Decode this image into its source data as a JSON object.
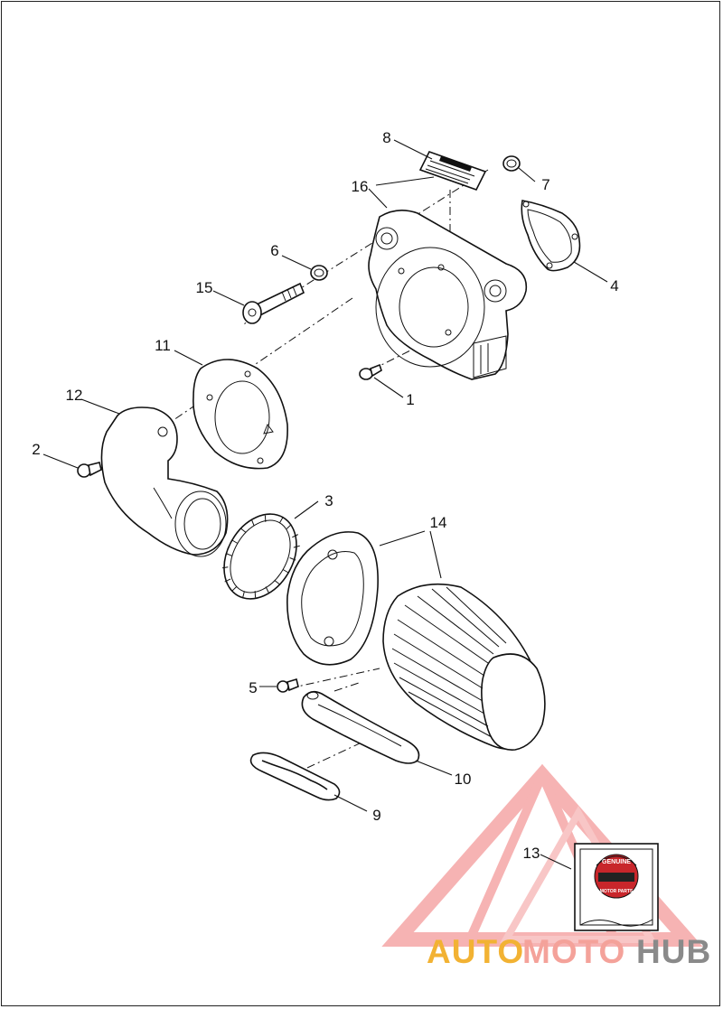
{
  "callouts": {
    "c1": "1",
    "c2": "2",
    "c3": "3",
    "c4": "4",
    "c5": "5",
    "c6": "6",
    "c7": "7",
    "c8": "8",
    "c9": "9",
    "c10": "10",
    "c11": "11",
    "c12": "12",
    "c13": "13",
    "c14": "14",
    "c15": "15",
    "c16": "16"
  },
  "badge": {
    "top": "GENUINE",
    "bottom": "MOTOR PARTS"
  },
  "watermark": {
    "part1": "AUTO",
    "part2": "MOTO",
    "part3": "HUB",
    "color1": "#f2b233",
    "color2": "#f4a29a",
    "color3": "#8a8a8a",
    "triangle_color": "#e8393a"
  }
}
